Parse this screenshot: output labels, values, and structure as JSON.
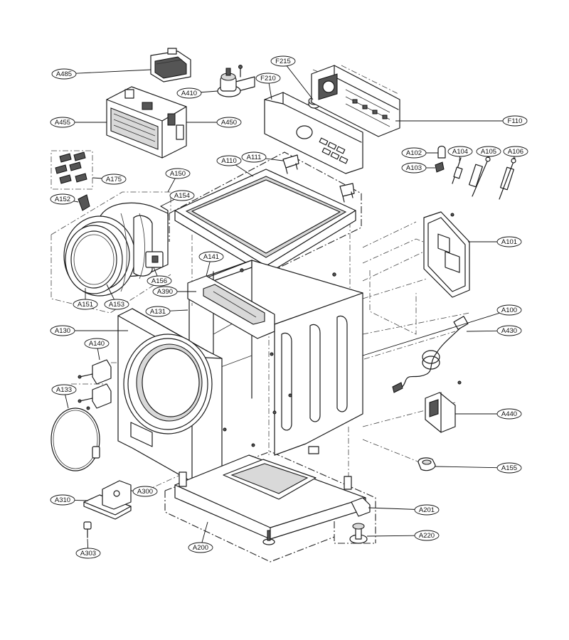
{
  "diagram": {
    "callouts": [
      {
        "id": "A485",
        "label": "A485"
      },
      {
        "id": "A410",
        "label": "A410"
      },
      {
        "id": "A450",
        "label": "A450"
      },
      {
        "id": "A455",
        "label": "A455"
      },
      {
        "id": "A175",
        "label": "A175"
      },
      {
        "id": "A150",
        "label": "A150"
      },
      {
        "id": "A152",
        "label": "A152"
      },
      {
        "id": "A154",
        "label": "A154"
      },
      {
        "id": "A156",
        "label": "A156"
      },
      {
        "id": "A390",
        "label": "A390"
      },
      {
        "id": "A151",
        "label": "A151"
      },
      {
        "id": "A153",
        "label": "A153"
      },
      {
        "id": "A131",
        "label": "A131"
      },
      {
        "id": "A130",
        "label": "A130"
      },
      {
        "id": "A140",
        "label": "A140"
      },
      {
        "id": "A133",
        "label": "A133"
      },
      {
        "id": "A310",
        "label": "A310"
      },
      {
        "id": "A300",
        "label": "A300"
      },
      {
        "id": "A303",
        "label": "A303"
      },
      {
        "id": "A200",
        "label": "A200"
      },
      {
        "id": "F215",
        "label": "F215"
      },
      {
        "id": "F210",
        "label": "F210"
      },
      {
        "id": "F110",
        "label": "F110"
      },
      {
        "id": "A110",
        "label": "A110"
      },
      {
        "id": "A111",
        "label": "A111"
      },
      {
        "id": "A102",
        "label": "A102"
      },
      {
        "id": "A103",
        "label": "A103"
      },
      {
        "id": "A104",
        "label": "A104"
      },
      {
        "id": "A105",
        "label": "A105"
      },
      {
        "id": "A106",
        "label": "A106"
      },
      {
        "id": "A101",
        "label": "A101"
      },
      {
        "id": "A141",
        "label": "A141"
      },
      {
        "id": "A100",
        "label": "A100"
      },
      {
        "id": "A430",
        "label": "A430"
      },
      {
        "id": "A440",
        "label": "A440"
      },
      {
        "id": "A155",
        "label": "A155"
      },
      {
        "id": "A201",
        "label": "A201"
      },
      {
        "id": "A220",
        "label": "A220"
      }
    ]
  }
}
